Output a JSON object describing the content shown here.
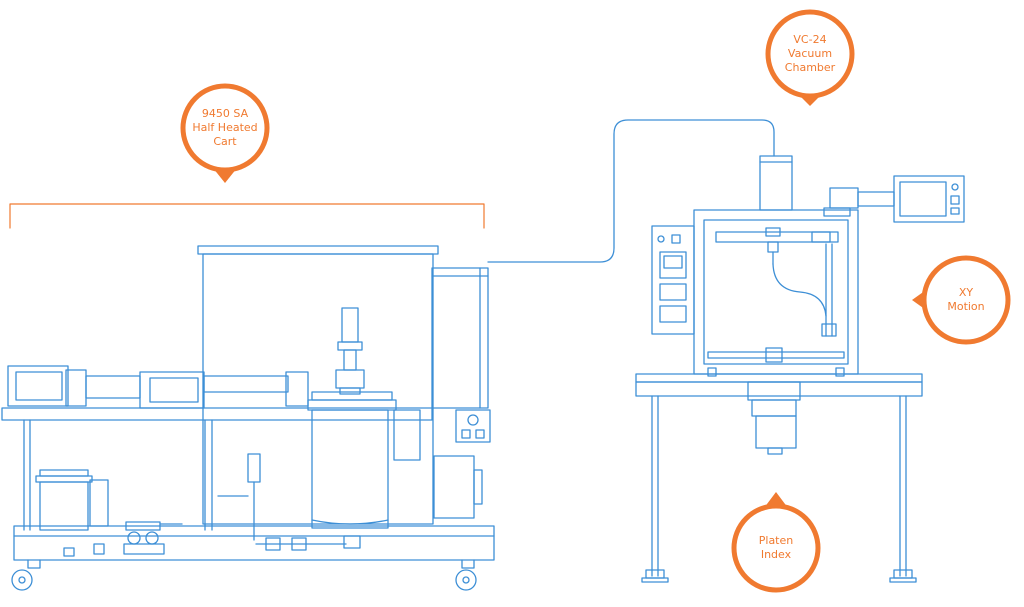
{
  "colors": {
    "line": "#3d8fd6",
    "accent": "#f07a30",
    "background": "#ffffff"
  },
  "callouts": {
    "cart": "9450 SA\nHalf Heated\nCart",
    "chamber": "VC-24\nVacuum\nChamber",
    "xy": "XY\nMotion",
    "platen": "Platen\nIndex"
  }
}
